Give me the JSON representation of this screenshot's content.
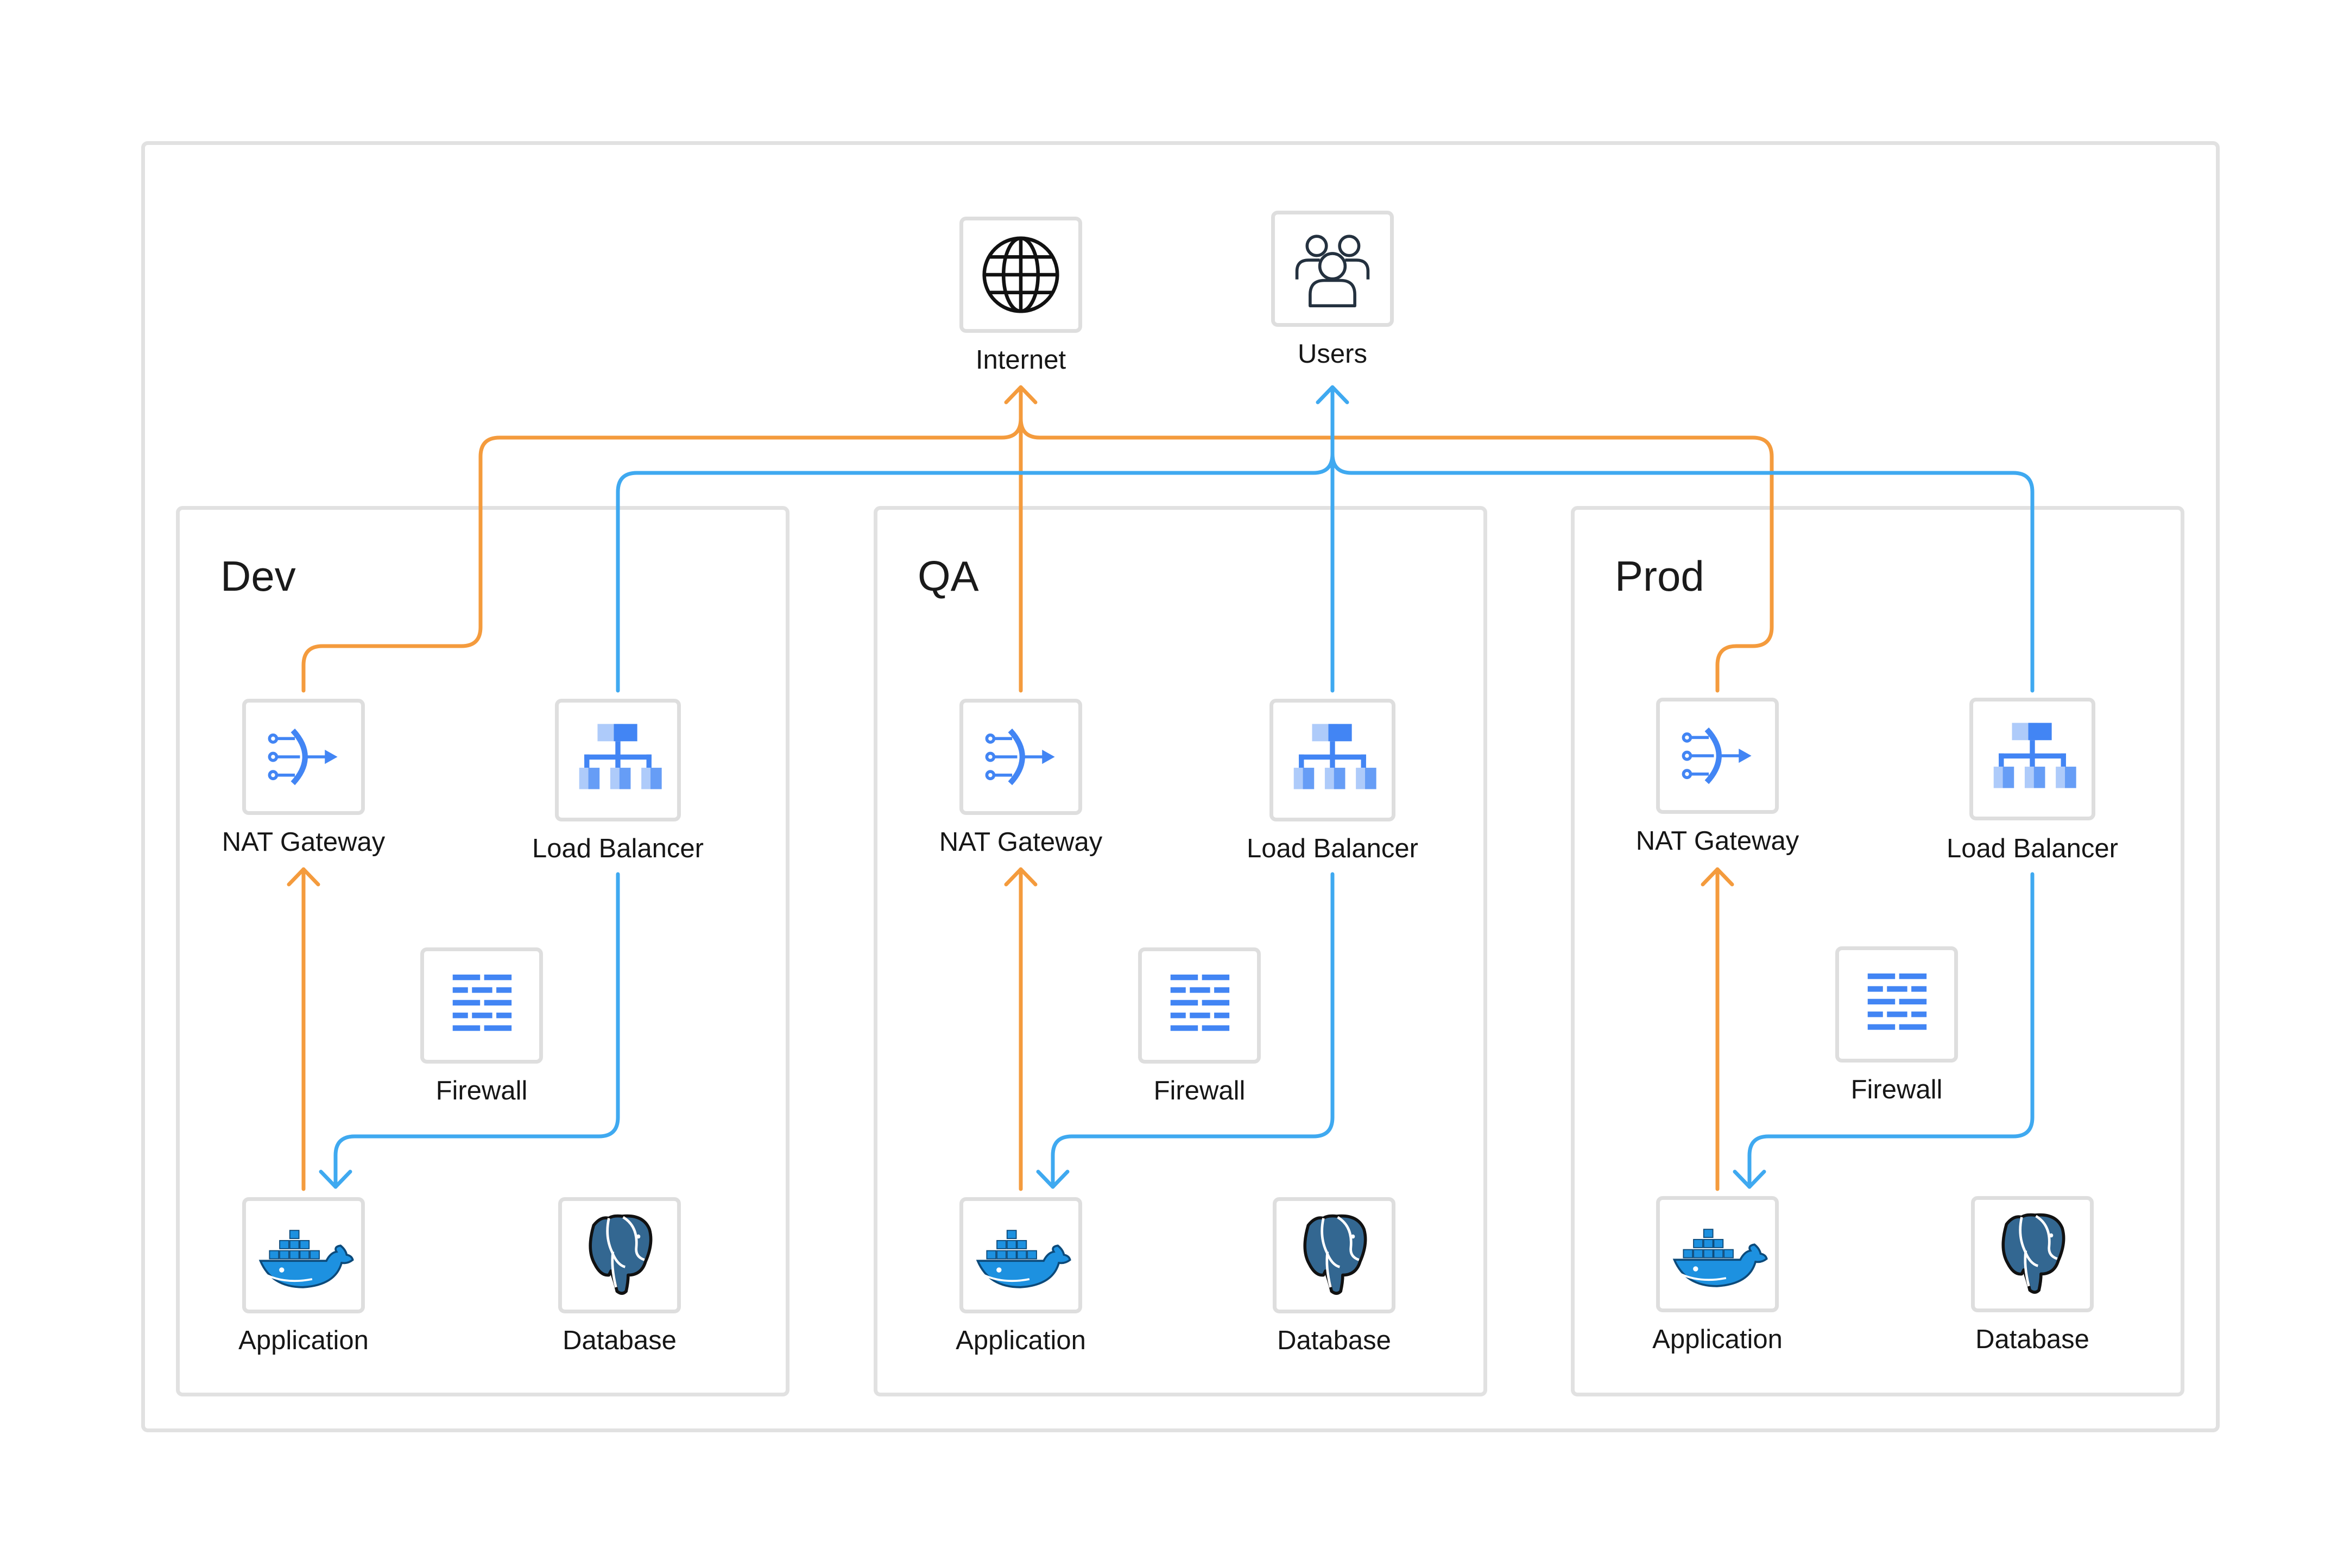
{
  "top": {
    "internet_label": "Internet",
    "users_label": "Users"
  },
  "environments": [
    {
      "title": "Dev",
      "nat_label": "NAT Gateway",
      "lb_label": "Load Balancer",
      "fw_label": "Firewall",
      "app_label": "Application",
      "db_label": "Database"
    },
    {
      "title": "QA",
      "nat_label": "NAT Gateway",
      "lb_label": "Load Balancer",
      "fw_label": "Firewall",
      "app_label": "Application",
      "db_label": "Database"
    },
    {
      "title": "Prod",
      "nat_label": "NAT Gateway",
      "lb_label": "Load Balancer",
      "fw_label": "Firewall",
      "app_label": "Application",
      "db_label": "Database"
    }
  ],
  "icons": {
    "internet": "globe-icon",
    "users": "users-group-icon",
    "nat": "nat-gateway-icon",
    "lb": "load-balancer-icon",
    "fw": "firewall-icon",
    "app": "docker-whale-icon",
    "db": "postgresql-elephant-icon"
  },
  "colors": {
    "egress": "#f49b3d",
    "ingress": "#3fa9f0",
    "frame": "#e1e1e1",
    "gcp_blue": "#4285f4",
    "docker": "#1d91e0",
    "postgres": "#336791"
  }
}
